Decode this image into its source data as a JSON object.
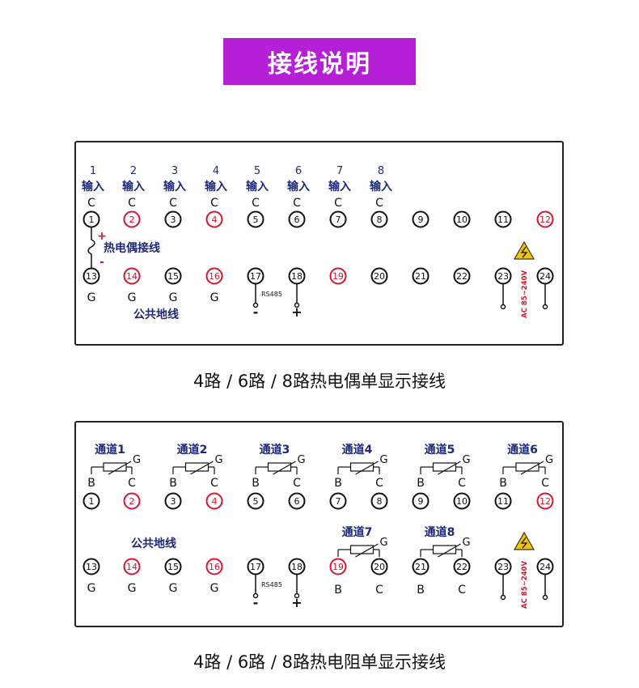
{
  "header": {
    "title": "接线说明"
  },
  "colors": {
    "accent": "#b51fd6",
    "red": "#d6162f",
    "navy": "#1e2a78",
    "black": "#111111",
    "warning": "#f5c400"
  },
  "thermocouple": {
    "channel_numbers": [
      "1",
      "2",
      "3",
      "4",
      "5",
      "6",
      "7",
      "8"
    ],
    "input_label": "输入",
    "input_c_label": "C",
    "terminals_top": [
      "1",
      "2",
      "3",
      "4",
      "5",
      "6",
      "7",
      "8",
      "9",
      "10",
      "11",
      "12"
    ],
    "terminals_bottom": [
      "13",
      "14",
      "15",
      "16",
      "17",
      "18",
      "19",
      "20",
      "21",
      "22",
      "23",
      "24"
    ],
    "red_terminals": [
      "2",
      "4",
      "12",
      "14",
      "16",
      "19"
    ],
    "polarity_plus": "+",
    "polarity_minus": "-",
    "wiring_label": "热电偶接线",
    "g_labels": [
      "G",
      "G",
      "G",
      "G"
    ],
    "common_ground_label": "公共地线",
    "rs485_label": "RS485",
    "rs485_minus": "-",
    "rs485_plus": "+",
    "power_label": "AC 85~240V",
    "caption": "4路 / 6路 / 8路热电偶单显示接线"
  },
  "rtd": {
    "channels_top": [
      "通道1",
      "通道2",
      "通道3",
      "通道4",
      "通道5",
      "通道6"
    ],
    "channels_bottom": [
      "通道7",
      "通道8"
    ],
    "g_label": "G",
    "b_label": "B",
    "c_label": "C",
    "terminals_top": [
      "1",
      "2",
      "3",
      "4",
      "5",
      "6",
      "7",
      "8",
      "9",
      "10",
      "11",
      "12"
    ],
    "terminals_bottom": [
      "13",
      "14",
      "15",
      "16",
      "17",
      "18",
      "19",
      "20",
      "21",
      "22",
      "23",
      "24"
    ],
    "red_terminals": [
      "2",
      "4",
      "12",
      "14",
      "16",
      "19"
    ],
    "common_ground_label": "公共地线",
    "g_labels": [
      "G",
      "G",
      "G",
      "G"
    ],
    "rs485_label": "RS485",
    "rs485_minus": "-",
    "rs485_plus": "+",
    "power_label": "AC 85~240V",
    "caption": "4路 / 6路 / 8路热电阻单显示接线"
  }
}
